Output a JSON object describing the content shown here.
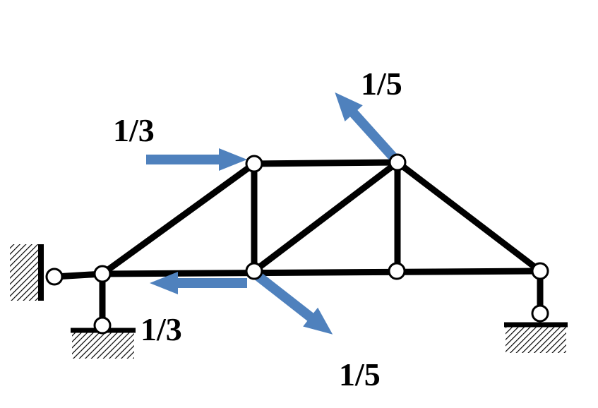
{
  "diagram": {
    "colors": {
      "member": "#000000",
      "joint_fill": "#ffffff",
      "load_arrow": "#4f81bd",
      "ground_hatch": "#000000"
    },
    "loads": [
      {
        "id": "load-top-left",
        "label": "1/3"
      },
      {
        "id": "load-top-right",
        "label": "1/5"
      },
      {
        "id": "load-bottom-left",
        "label": "1/3"
      },
      {
        "id": "load-bottom-right",
        "label": "1/5"
      }
    ]
  }
}
